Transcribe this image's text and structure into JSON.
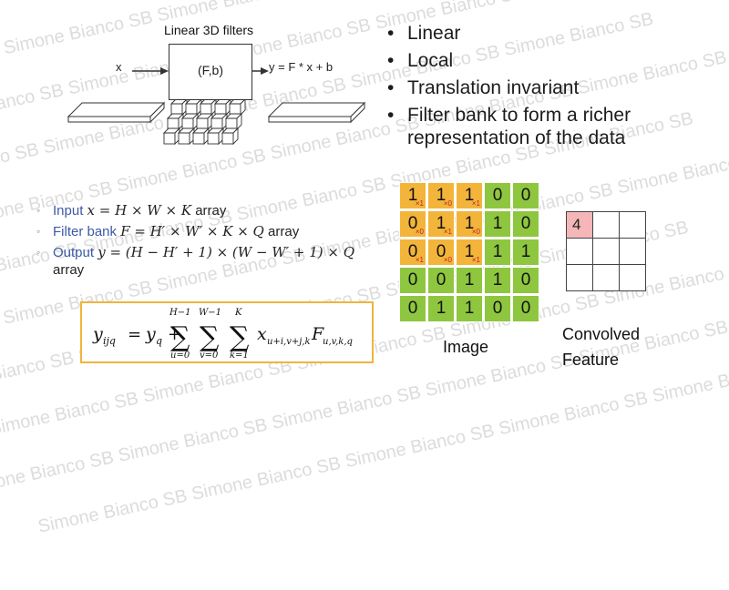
{
  "watermark": {
    "text": "Simone Bianco SB Simone Bianco SB Simone Bianco SB Simone Bianco SB Simone Bianco SB"
  },
  "diagram": {
    "title": "Linear 3D filters",
    "filter_label": "(F,b)",
    "input_label": "x",
    "output_label": "y = F * x + b"
  },
  "bullets": [
    "Linear",
    "Local",
    "Translation invariant",
    "Filter bank to form a richer representation of the data"
  ],
  "definitions": [
    {
      "key": "Input",
      "expr": "x = H × W × K",
      "suffix": "array"
    },
    {
      "key": "Filter bank",
      "expr": "F = H′ × W′ × K × Q",
      "suffix": "array"
    },
    {
      "key": "Output",
      "expr": "y = (H − H′ + 1) × (W − W′ + 1) × Q",
      "suffix": "array"
    }
  ],
  "equation": {
    "lhs": "y",
    "lhs_sub": "ijq",
    "rhs_y": "y",
    "rhs_y_sub": "q",
    "sum1_top": "H−1",
    "sum1_bottom": "u=0",
    "sum2_top": "W−1",
    "sum2_bottom": "v=0",
    "sum3_top": "K",
    "sum3_bottom": "k=1",
    "term_x": "x",
    "term_x_sub": "u+i,v+j,k",
    "term_F": "F",
    "term_F_sub": "u,v,k,q"
  },
  "image_grid": {
    "values": [
      [
        1,
        1,
        1,
        0,
        0
      ],
      [
        0,
        1,
        1,
        1,
        0
      ],
      [
        0,
        0,
        1,
        1,
        1
      ],
      [
        0,
        0,
        1,
        1,
        0
      ],
      [
        0,
        1,
        1,
        0,
        0
      ]
    ],
    "kernel_weights": [
      [
        "×1",
        "×0",
        "×1"
      ],
      [
        "×0",
        "×1",
        "×0"
      ],
      [
        "×1",
        "×0",
        "×1"
      ]
    ],
    "label": "Image",
    "colors": {
      "window": "#f3b43a",
      "cell": "#8ec63f"
    }
  },
  "feature_map": {
    "first_value": "4",
    "label_line1": "Convolved",
    "label_line2": "Feature",
    "highlight_color": "#f4b6b6"
  }
}
